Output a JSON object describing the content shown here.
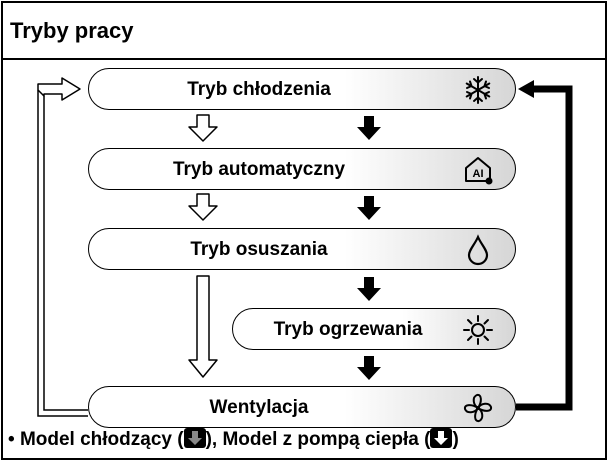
{
  "title": "Tryby pracy",
  "modes": [
    {
      "label": "Tryb chłodzenia",
      "icon": "snowflake-icon"
    },
    {
      "label": "Tryb automatyczny",
      "icon": "auto-ai-icon"
    },
    {
      "label": "Tryb osuszania",
      "icon": "water-drop-icon"
    },
    {
      "label": "Tryb ogrzewania",
      "icon": "sun-icon"
    },
    {
      "label": "Wentylacja",
      "icon": "fan-icon"
    }
  ],
  "legend": {
    "bullet": "•",
    "cooling_model": "Model chłodzący (",
    "separator": "), ",
    "heat_pump_model": "Model z pompą ciepła (",
    "closing": ")",
    "cooling_arrow": "black-arrow-icon",
    "heat_pump_arrow": "white-arrow-icon"
  }
}
